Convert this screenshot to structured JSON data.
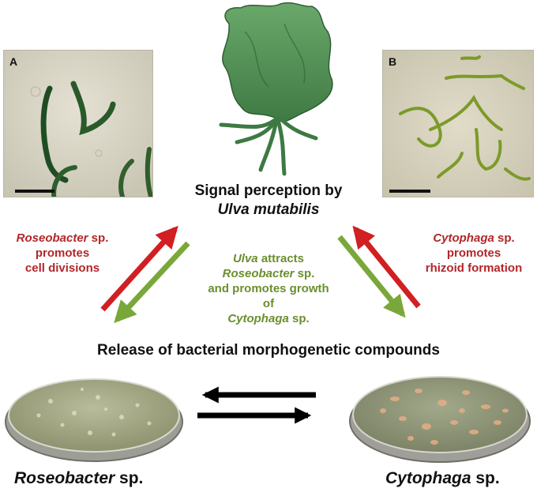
{
  "panels": {
    "a": {
      "label": "A"
    },
    "b": {
      "label": "B"
    }
  },
  "center": {
    "title_line1": "Signal perception by",
    "title_line2": "Ulva mutabilis"
  },
  "left_note": {
    "genus": "Roseobacter",
    "rest_line1": " sp.",
    "line2": "promotes",
    "line3": "cell divisions"
  },
  "right_note": {
    "genus": "Cytophaga",
    "rest_line1": " sp.",
    "line2": "promotes",
    "line3": "rhizoid formation"
  },
  "middle_note": {
    "line1_genus": "Ulva",
    "line1_rest": " attracts",
    "line2_genus": "Roseobacter",
    "line2_rest": " sp.",
    "line3": "and promotes growth of",
    "line4_genus": "Cytophaga",
    "line4_rest": " sp."
  },
  "release_title": "Release of bacterial morphogenetic compounds",
  "bottom_left": {
    "genus": "Roseobacter",
    "rest": " sp."
  },
  "bottom_right": {
    "genus": "Cytophaga",
    "rest": " sp."
  },
  "colors": {
    "red": "#b3262a",
    "green": "#6a8f2e",
    "dark": "#111111"
  }
}
